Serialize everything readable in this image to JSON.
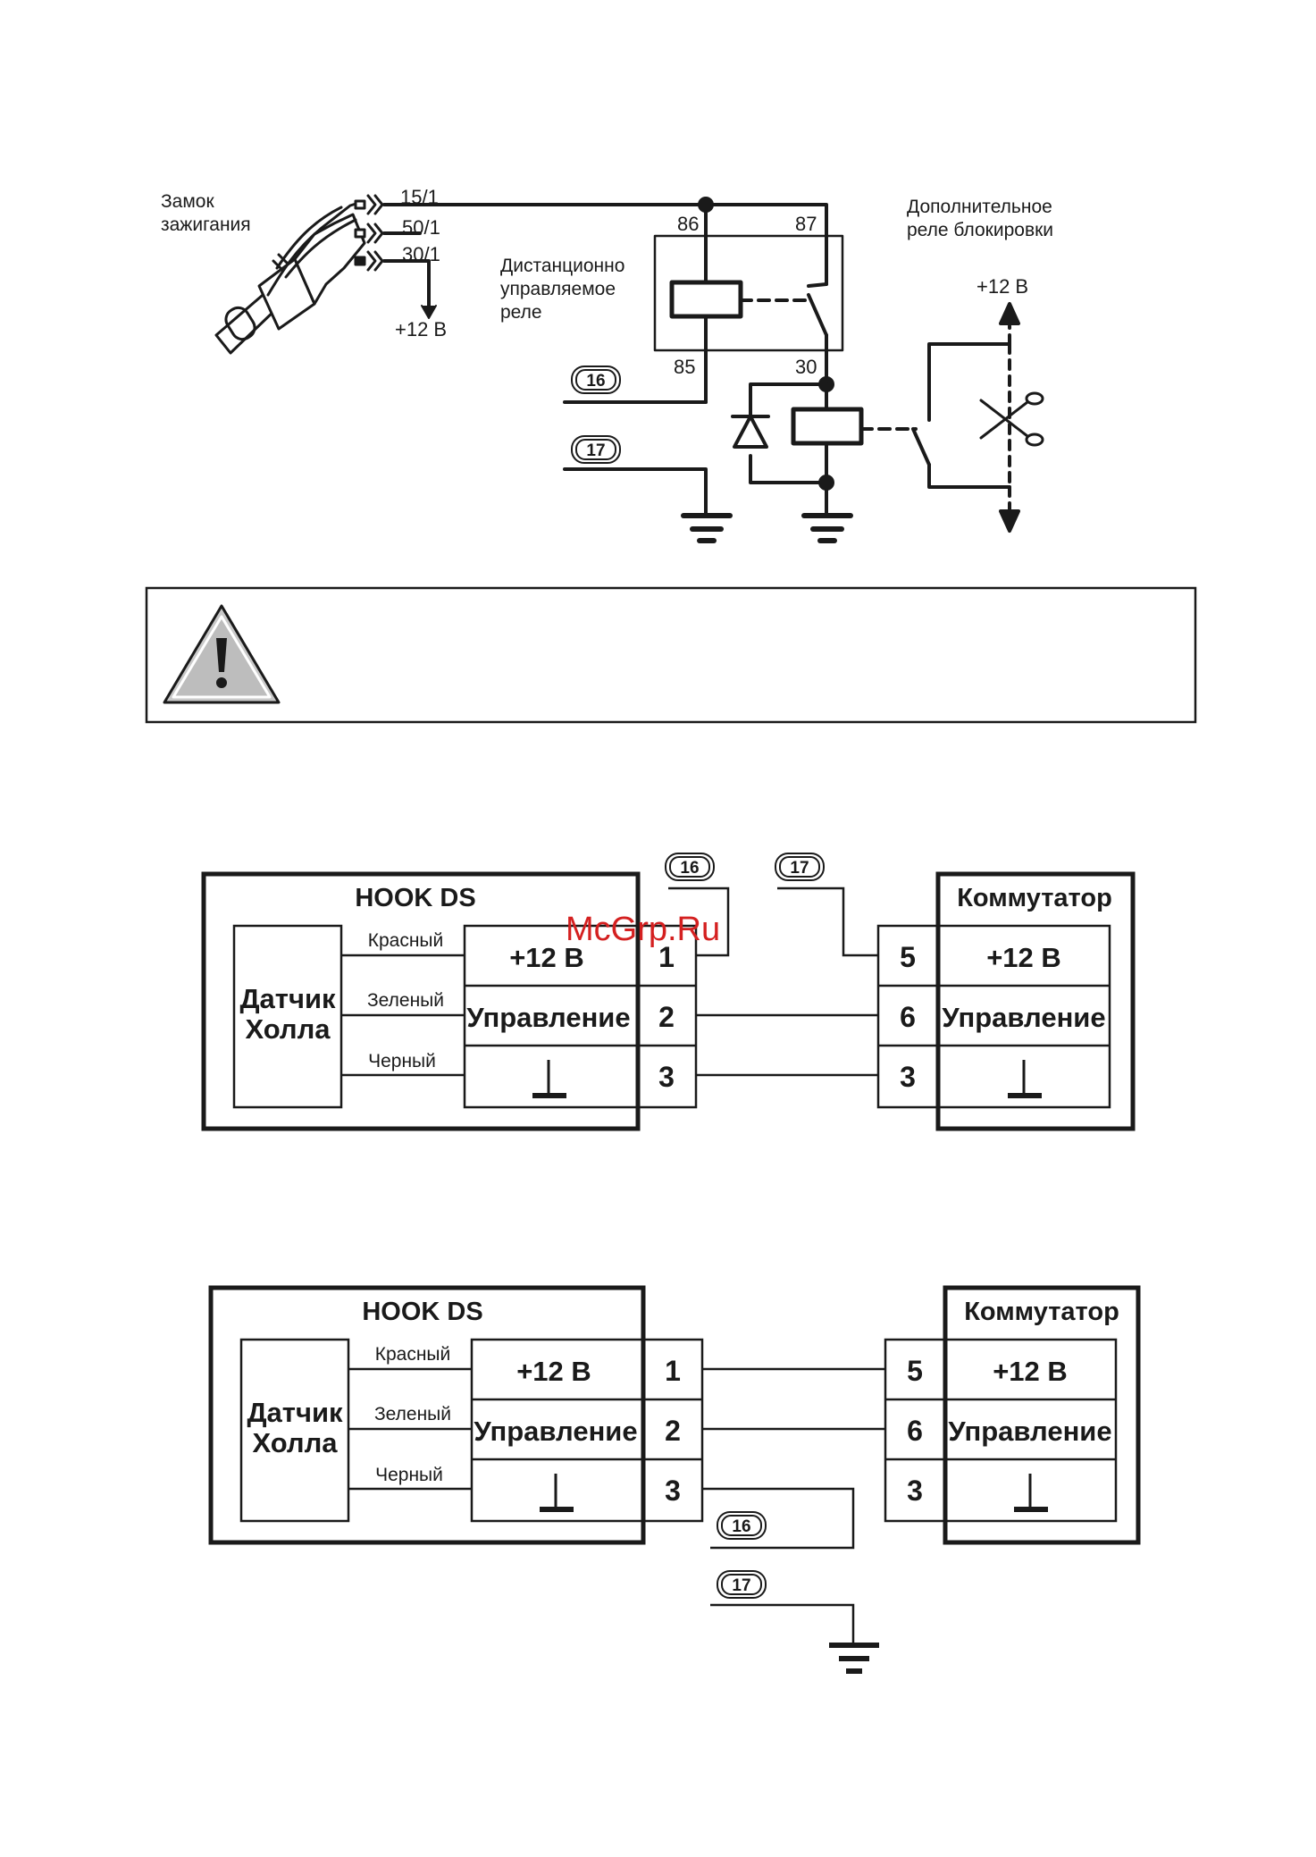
{
  "top": {
    "ignition_label": [
      "Замок",
      "зажигания"
    ],
    "ignition_pins": [
      "15/1",
      "50/1",
      "30/1"
    ],
    "ignition_supply": "+12 В",
    "relay_label": [
      "Дистанционно",
      "управляемое",
      "реле"
    ],
    "relay_pins": [
      "86",
      "87",
      "85",
      "30"
    ],
    "extra_relay_label": [
      "Дополнительное",
      "реле блокировки"
    ],
    "extra_supply": "+12 В",
    "wire_16": "16",
    "wire_17": "17"
  },
  "diagram1": {
    "left_title": "HOOK DS",
    "sensor": [
      "Датчик",
      "Холла"
    ],
    "wire_colors": [
      "Красный",
      "Зеленый",
      "Черный"
    ],
    "left_cells": [
      "+12  В",
      "Управление"
    ],
    "left_pins": [
      "1",
      "2",
      "3"
    ],
    "right_title": "Коммутатор",
    "right_pins": [
      "5",
      "6",
      "3"
    ],
    "right_cells": [
      "+12  В",
      "Управление"
    ],
    "wire_16": "16",
    "wire_17": "17"
  },
  "diagram2": {
    "left_title": "HOOK DS",
    "sensor": [
      "Датчик",
      "Холла"
    ],
    "wire_colors": [
      "Красный",
      "Зеленый",
      "Черный"
    ],
    "left_cells": [
      "+12  В",
      "Управление"
    ],
    "left_pins": [
      "1",
      "2",
      "3"
    ],
    "right_title": "Коммутатор",
    "right_pins": [
      "5",
      "6",
      "3"
    ],
    "right_cells": [
      "+12  В",
      "Управление"
    ],
    "wire_16": "16",
    "wire_17": "17"
  },
  "watermark": "McGrp.Ru",
  "warning": {
    "icon": "warning-triangle-icon"
  }
}
